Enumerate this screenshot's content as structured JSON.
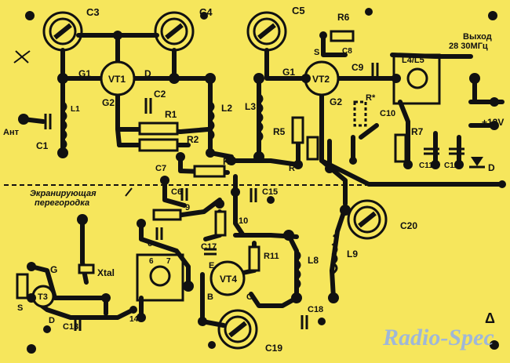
{
  "labels": {
    "c3": "C3",
    "c4": "C4",
    "c5": "C5",
    "r6": "R6",
    "c8": "C8",
    "output1": "Выход",
    "output2": "28  30МГц",
    "g1a": "G1",
    "vt1": "VT1",
    "d1": "D",
    "g1b": "G1",
    "vt2": "VT2",
    "c9": "C9",
    "l4l5": "L4/L5",
    "s2": "S",
    "g2a": "G2",
    "c2": "C2",
    "r1": "R1",
    "l2": "L2",
    "l3": "L3",
    "g2b": "G2",
    "rstar": "R*",
    "c10": "C10",
    "l1": "L1",
    "ant": "Ант",
    "c1": "C1",
    "r5": "R5",
    "r7": "R7",
    "plus12": "+12V",
    "r2": "R2",
    "c7": "C7",
    "r3": "R3",
    "r4": "R",
    "c11": "C11",
    "c12": "C12",
    "d2": "D",
    "screen1": "Экранирующая",
    "screen2": "перегородка",
    "c6": "C6",
    "c15": "C15",
    "r9": "9",
    "r10": "10",
    "c20": "C20",
    "xtal": "Xtal",
    "g3": "G",
    "r6b": "6",
    "l6": "6",
    "l7": "7",
    "c17": "C17",
    "r11": "R11",
    "l8": "L8",
    "l9": "L9",
    "e": "E",
    "vt4": "VT4",
    "t3": "T3",
    "s3": "S",
    "d3": "D",
    "b": "B",
    "c4b": "C",
    "c13": "C13",
    "n14": "14",
    "c18": "C18",
    "c19": "C19",
    "mark": "Δ"
  },
  "watermark": "Radio-Spec",
  "colors": {
    "board": "#f6e65c",
    "trace": "#111111",
    "watermark": "#9fb7d8"
  }
}
